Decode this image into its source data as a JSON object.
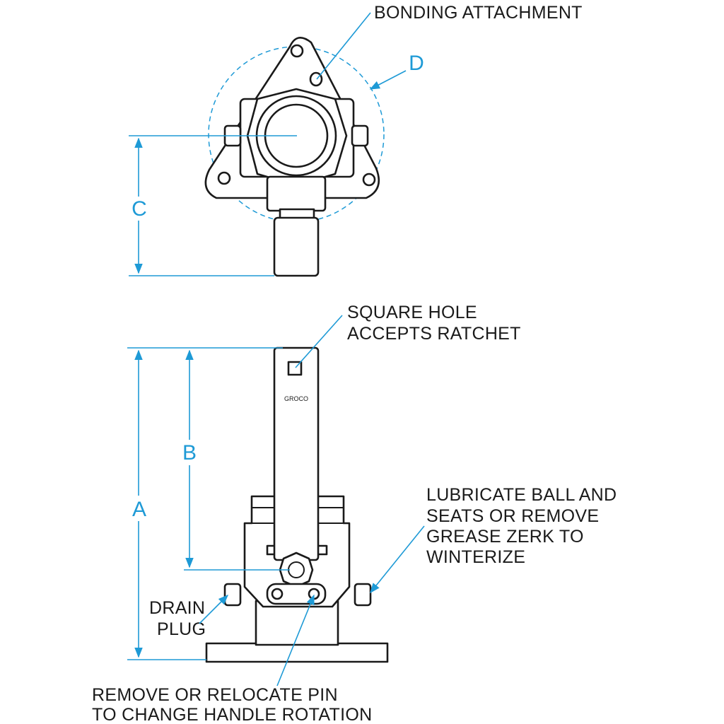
{
  "colors": {
    "callout_blue": "#1e9ad6",
    "line_black": "#1a1a1a",
    "background": "#ffffff"
  },
  "labels": {
    "bonding_attachment": "BONDING ATTACHMENT",
    "square_hole_line1": "SQUARE HOLE",
    "square_hole_line2": "ACCEPTS RATCHET",
    "lubricate_line1": "LUBRICATE BALL AND",
    "lubricate_line2": "SEATS OR REMOVE",
    "lubricate_line3": "GREASE ZERK TO",
    "lubricate_line4": "WINTERIZE",
    "drain_line1": "DRAIN",
    "drain_line2": "PLUG",
    "remove_line1": "REMOVE OR RELOCATE PIN",
    "remove_line2": "TO CHANGE HANDLE ROTATION"
  },
  "dimensions": {
    "a": "A",
    "b": "B",
    "c": "C",
    "d": "D"
  },
  "brand": "GROCO"
}
